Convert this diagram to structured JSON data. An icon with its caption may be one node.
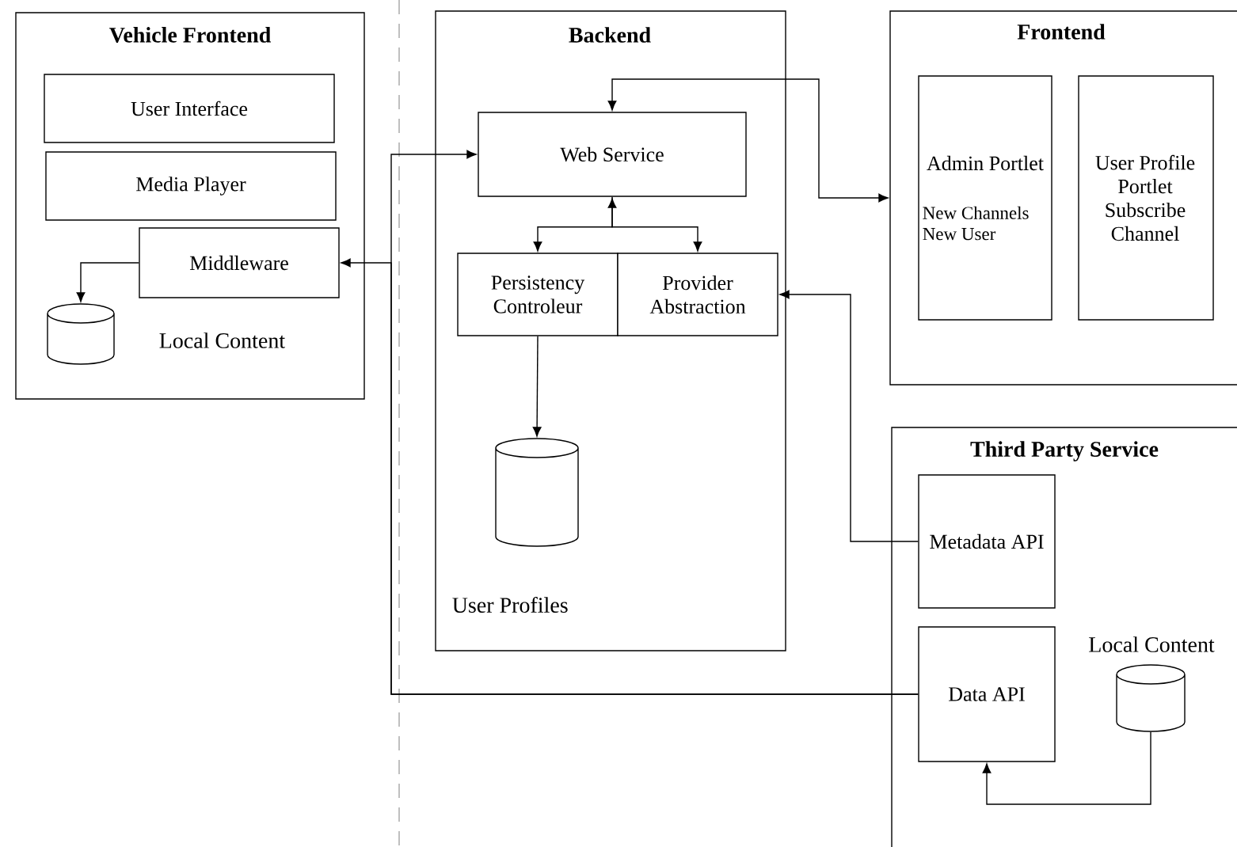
{
  "diagram": {
    "nodes": [
      {
        "text": [
          "Vehicle Frontend"
        ]
      },
      {
        "text": [
          "User Interface"
        ],
        "in": 0
      },
      {
        "text": [
          "Media Player"
        ],
        "in": 0
      },
      {
        "text": [
          "Middleware"
        ],
        "in": 0
      },
      {
        "text": [],
        "shape": "cylinder",
        "in": 0,
        "beside": [
          "Local Content"
        ]
      },
      {
        "text": [
          "Backend"
        ]
      },
      {
        "text": [
          "Web Service"
        ],
        "in": 5
      },
      {
        "text": [
          "Persistency Controleur"
        ],
        "in": 5
      },
      {
        "text": [
          "Provider Abstraction"
        ],
        "in": 5
      },
      {
        "text": [],
        "shape": "cylinder",
        "in": 5,
        "beside": [
          "User Profiles"
        ]
      },
      {
        "text": [
          "Frontend"
        ]
      },
      {
        "text": [
          "Admin Portlet",
          "New Channels New User"
        ],
        "in": 10
      },
      {
        "text": [
          "User Profile Portlet Subscribe Channel"
        ],
        "in": 10
      },
      {
        "text": [
          "Third Party Service"
        ]
      },
      {
        "text": [
          "Metadata API"
        ],
        "in": 13
      },
      {
        "text": [
          "Data API"
        ],
        "in": 13
      },
      {
        "text": [],
        "shape": "cylinder",
        "in": 13,
        "beside": [
          "Local Content"
        ]
      }
    ],
    "edges": [
      {
        "from": 15,
        "to": 6,
        "arrow": "to"
      },
      {
        "from": 15,
        "to": 3,
        "arrow": "to"
      },
      {
        "from": 3,
        "to": 4,
        "arrow": "to"
      },
      {
        "from": 6,
        "to": 7,
        "arrow": "both"
      },
      {
        "from": 6,
        "to": 8,
        "arrow": "to"
      },
      {
        "from": 6,
        "to": 10,
        "arrow": "both"
      },
      {
        "from": 7,
        "to": 9,
        "arrow": "to"
      },
      {
        "from": 14,
        "to": 8,
        "arrow": "to"
      },
      {
        "from": 16,
        "to": 15,
        "arrow": "to"
      }
    ]
  }
}
